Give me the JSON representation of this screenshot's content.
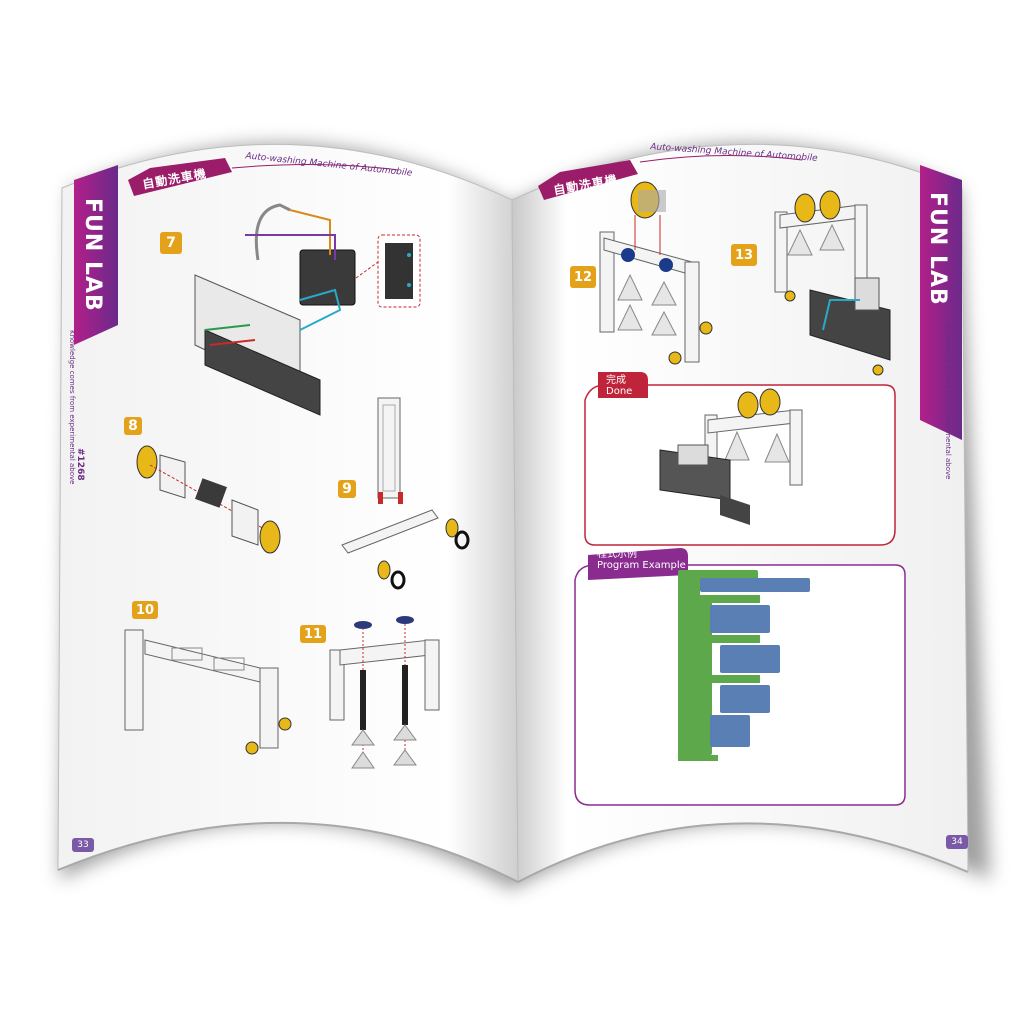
{
  "left_page": {
    "header_zh": "自動洗車機",
    "header_en": "Auto-washing Machine of Automobile",
    "side_tab": "FUN LAB",
    "side_tagline": "Knowledge comes from experimental above",
    "sku": "#1268",
    "page_number": "33",
    "steps": [
      "7",
      "8",
      "9",
      "10",
      "11"
    ]
  },
  "right_page": {
    "header_zh": "自動洗車機",
    "header_en": "Auto-washing Machine of Automobile",
    "side_tab": "FUN LAB",
    "side_tagline": "Knowledge comes from experimental above",
    "page_number": "34",
    "steps": [
      "12",
      "13"
    ],
    "done_label_zh": "完成",
    "done_label_en": "Done",
    "program_label_zh": "程式示例",
    "program_label_en": "Program Example"
  },
  "colors": {
    "accent_purple": "#8a2b8f",
    "header_magenta": "#9b1d6a",
    "step_orange": "#e3a21a",
    "done_red": "#c0243a",
    "block_green": "#5ca84a",
    "block_blue": "#5a7fb5"
  }
}
